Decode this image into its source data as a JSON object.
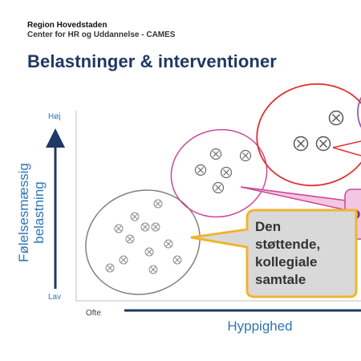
{
  "header": {
    "org_name": "Region Hovedstaden",
    "org_subtitle": "Center for HR og Uddannelse - CAMES",
    "title": "Belastninger & interventioner"
  },
  "axes": {
    "y_label_line1": "Følelsesmæssig",
    "y_label_line2": "belastning",
    "y_high": "Høj",
    "y_low": "Lav",
    "x_origin": "Ofte",
    "x_label": "Hyppighed"
  },
  "callouts": {
    "supportive_talk_lines": [
      "Den",
      "støttende,",
      "kollegiale",
      "samtale"
    ],
    "pink_partial": "D"
  },
  "colors": {
    "title": "#1f3864",
    "axis_text": "#2e75b6",
    "gray_group": "#808080",
    "pink_group": "#c8489a",
    "red_group": "#e03030",
    "yellow_callout_border": "#f0b530",
    "callout_fill": "#d9d9d9",
    "pink_callout_fill": "#f3c6e1"
  },
  "markers": {
    "icon": "circled-x-icon",
    "glyph": "⊗"
  }
}
